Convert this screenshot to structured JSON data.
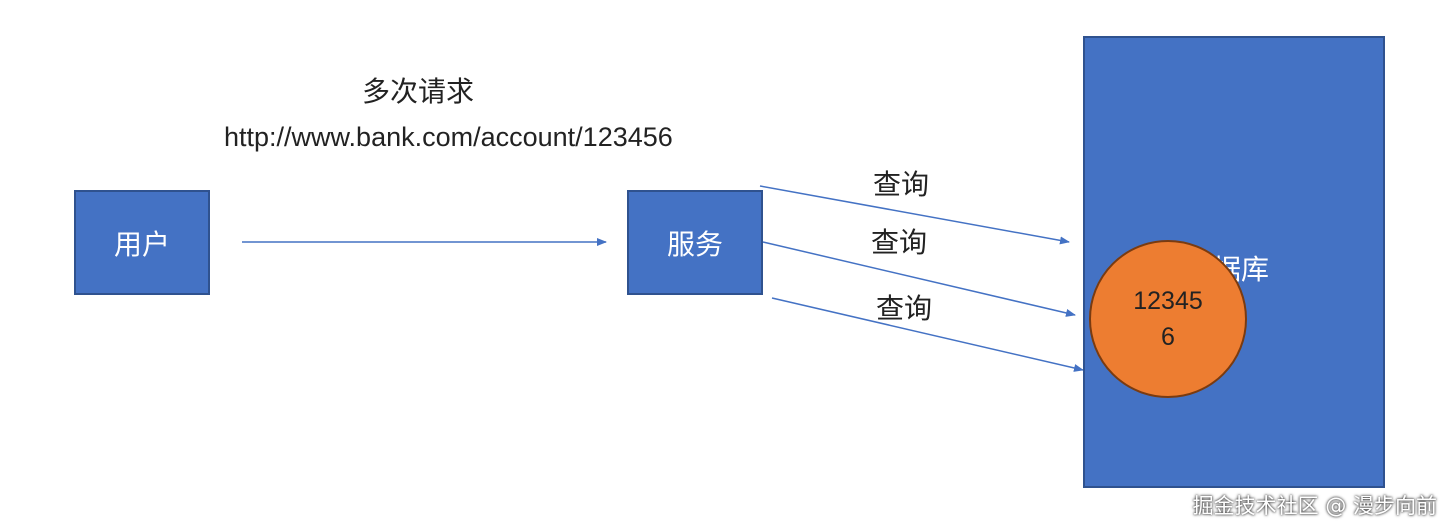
{
  "diagram": {
    "title": "多次请求",
    "url": "http://www.bank.com/account/123456",
    "nodes": {
      "user": "用户",
      "service": "服务",
      "database": "数据库"
    },
    "queries": [
      "查询",
      "查询",
      "查询"
    ],
    "record": {
      "line1": "12345",
      "line2": "6"
    },
    "colors": {
      "box_fill": "#4472c4",
      "box_border": "#2f528f",
      "circle_fill": "#ed7d31",
      "arrow": "#4472c4"
    }
  },
  "watermark": "掘金技术社区 @ 漫步向前"
}
